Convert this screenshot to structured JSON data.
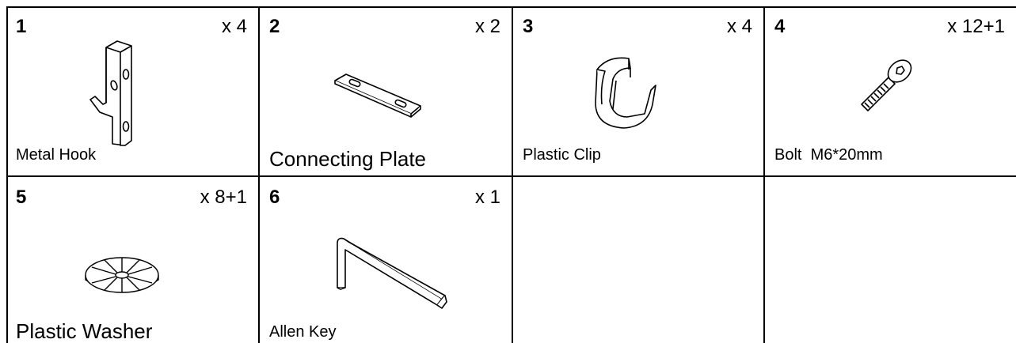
{
  "parts": [
    {
      "number": "1",
      "quantity": "x 4",
      "name": "Metal Hook",
      "icon": "metal-hook-icon"
    },
    {
      "number": "2",
      "quantity": "x 2",
      "name": "Connecting Plate",
      "icon": "connecting-plate-icon"
    },
    {
      "number": "3",
      "quantity": "x 4",
      "name": "Plastic Clip",
      "icon": "plastic-clip-icon"
    },
    {
      "number": "4",
      "quantity": "x 12+1",
      "name": "Bolt  M6*20mm",
      "icon": "bolt-icon"
    },
    {
      "number": "5",
      "quantity": "x 8+1",
      "name": "Plastic Washer",
      "icon": "plastic-washer-icon"
    },
    {
      "number": "6",
      "quantity": "x 1",
      "name": "Allen Key",
      "icon": "allen-key-icon"
    }
  ]
}
